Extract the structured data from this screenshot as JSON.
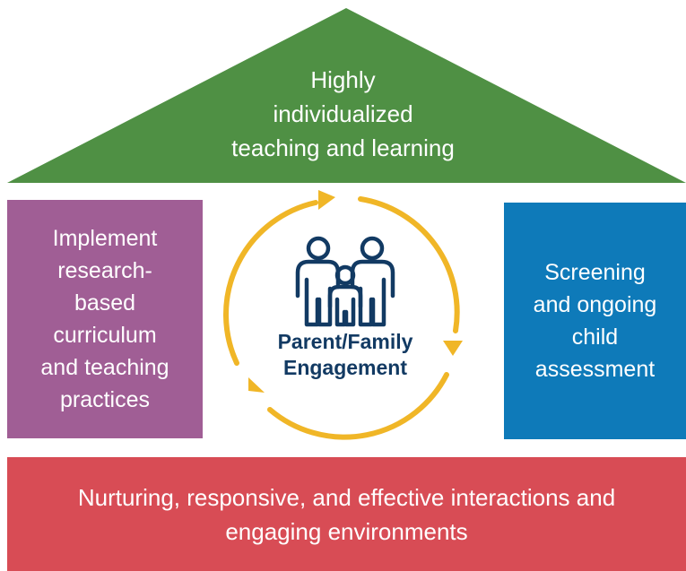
{
  "colors": {
    "roof": "#4f9044",
    "left_pillar": "#a05e95",
    "right_pillar": "#0e7ab9",
    "base": "#d84c55",
    "arrows": "#f0b627",
    "center_text": "#123a63"
  },
  "roof": {
    "lines": [
      "Highly",
      "individualized",
      "teaching and learning"
    ]
  },
  "left_pillar": {
    "lines": [
      "Implement",
      "research-",
      "based",
      "curriculum",
      "and teaching",
      "practices"
    ]
  },
  "right_pillar": {
    "lines": [
      "Screening",
      "and ongoing",
      "child",
      "assessment"
    ]
  },
  "center": {
    "icon": "family-icon",
    "lines": [
      "Parent/Family",
      "Engagement"
    ]
  },
  "base": {
    "lines": [
      "Nurturing, responsive, and effective interactions and",
      "engaging environments"
    ]
  }
}
